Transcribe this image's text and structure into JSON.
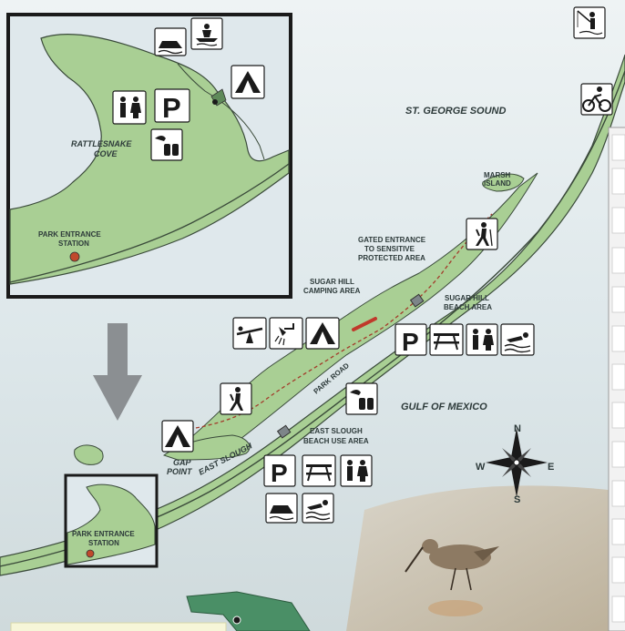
{
  "labels": {
    "st_george_sound": "ST. GEORGE SOUND",
    "marsh_island_1": "MARSH",
    "marsh_island_2": "ISLAND",
    "gated_1": "GATED ENTRANCE",
    "gated_2": "TO SENSITIVE",
    "gated_3": "PROTECTED AREA",
    "sugar_hill_camping_1": "SUGAR HILL",
    "sugar_hill_camping_2": "CAMPING AREA",
    "sugar_hill_beach_1": "SUGAR HILL",
    "sugar_hill_beach_2": "BEACH AREA",
    "park_road": "PARK ROAD",
    "gulf_of_mexico": "GULF OF MEXICO",
    "east_slough_beach_1": "EAST SLOUGH",
    "east_slough_beach_2": "BEACH USE AREA",
    "east_slough": "EAST SLOUGH",
    "gap_point_1": "GAP",
    "gap_point_2": "POINT",
    "park_entrance_small_1": "PARK ENTRANCE",
    "park_entrance_small_2": "STATION"
  },
  "inset": {
    "rattlesnake_cove_1": "RATTLESNAKE",
    "rattlesnake_cove_2": "COVE",
    "park_entrance_1": "PARK ENTRANCE",
    "park_entrance_2": "STATION"
  },
  "compass": {
    "n": "N",
    "s": "S",
    "e": "E",
    "w": "W"
  },
  "icons": {
    "parking": "P",
    "names": [
      "fishing-icon",
      "bicycle-icon",
      "hiking-icon",
      "camping-icon",
      "parking-icon",
      "picnic-icon",
      "restroom-icon",
      "swimming-icon",
      "playground-icon",
      "shower-icon",
      "birding-icon",
      "boat-ramp-icon",
      "canoe-icon"
    ]
  },
  "colors": {
    "land": "#a9cf94",
    "land_edge": "#3a4a3a",
    "water": "#dfe8ec",
    "trail": "#a33a2a",
    "camp_area": "#c0392b",
    "entrance_dot": "#c0492c",
    "florida": "#4a8f66",
    "arrow": "#8b8f92",
    "inset_border": "#1a1a1a"
  }
}
